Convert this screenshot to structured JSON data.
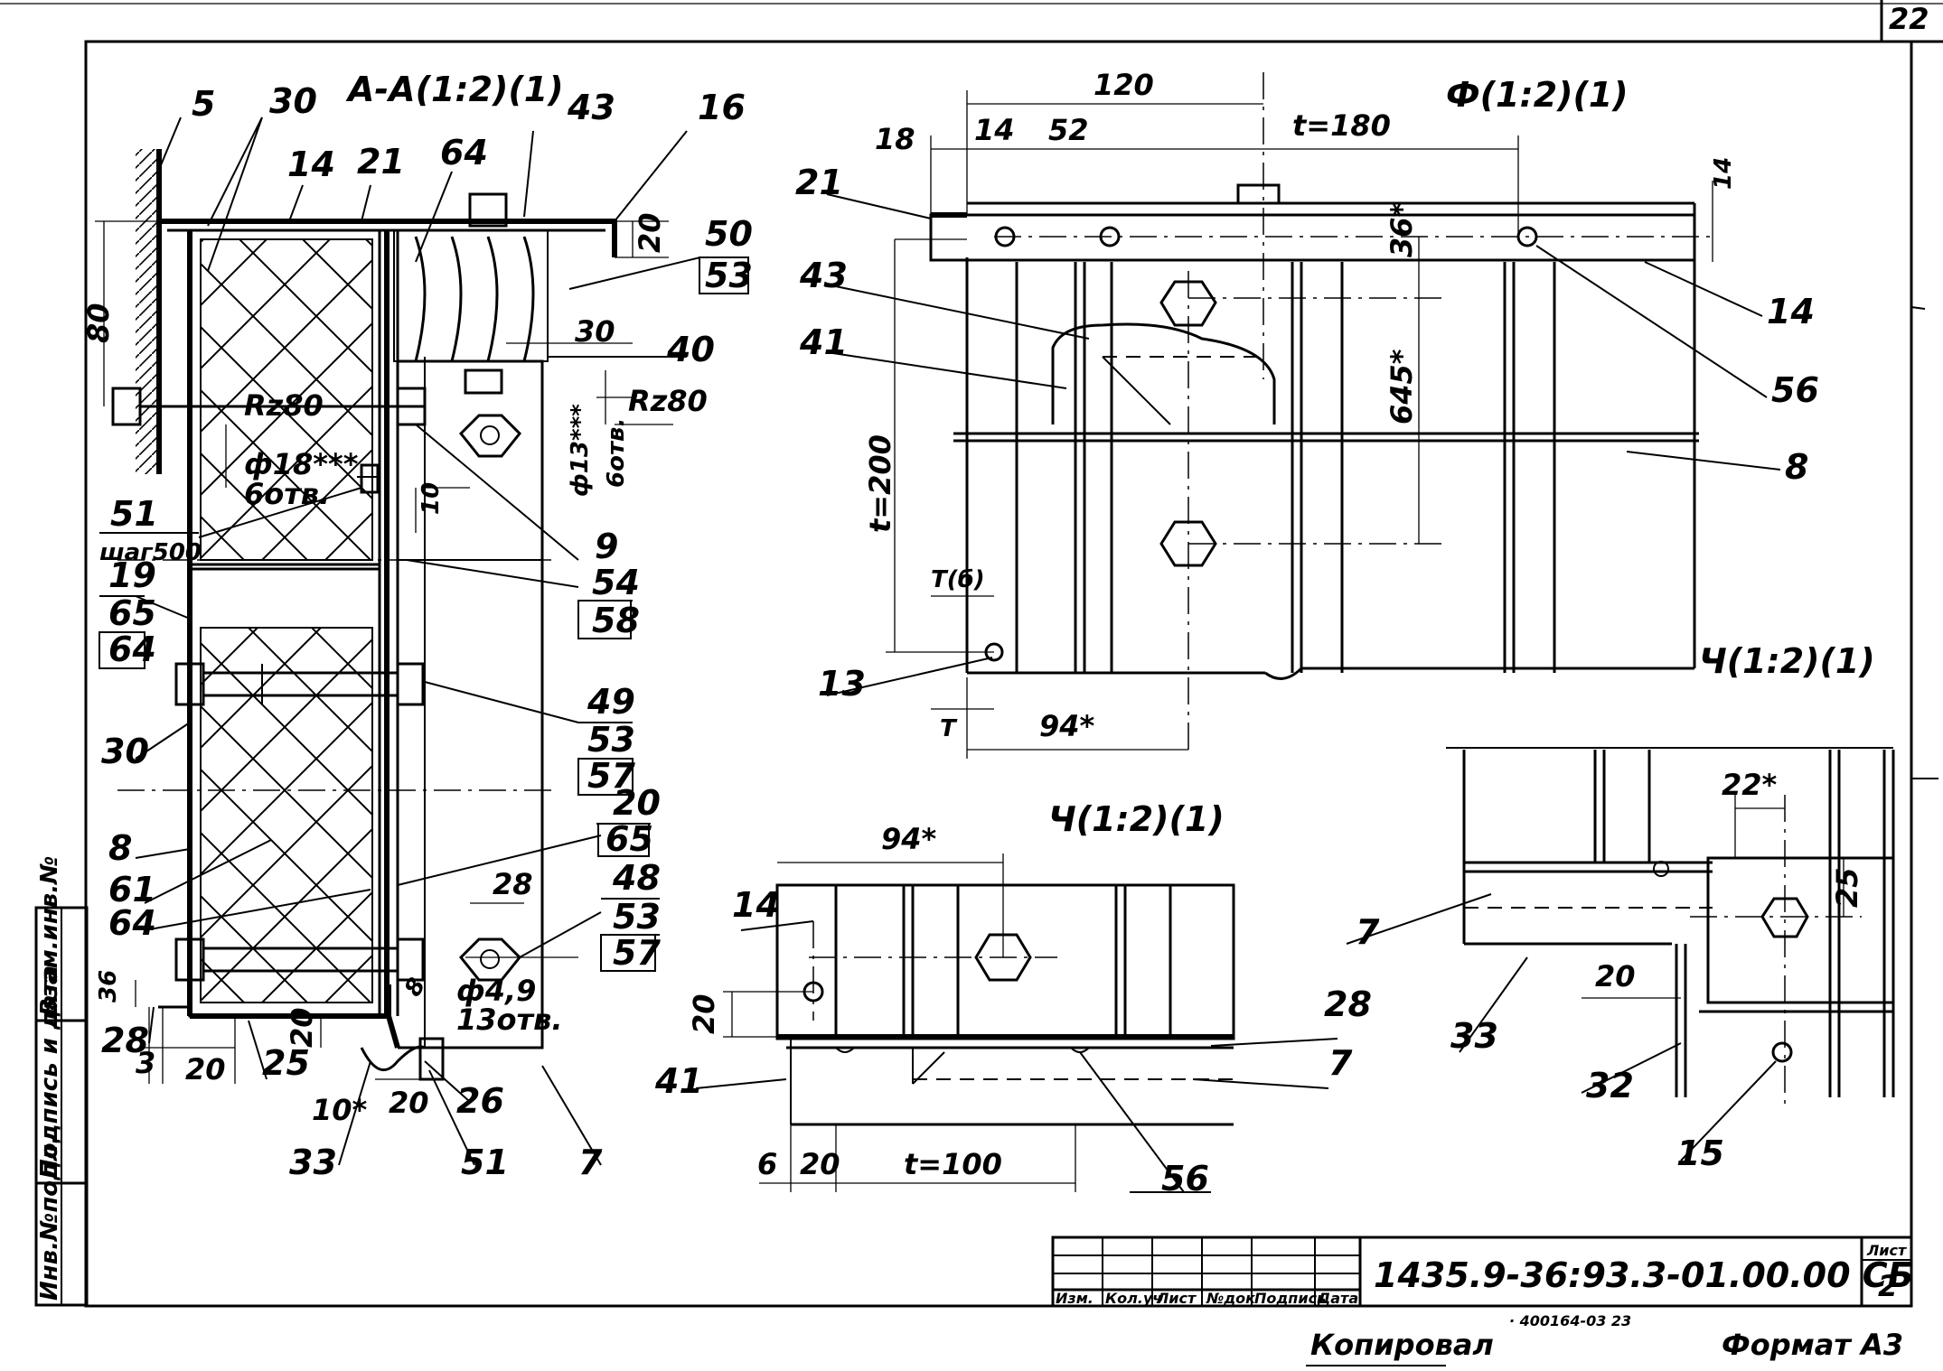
{
  "sheet_corner": "22",
  "views": {
    "section_aa": {
      "title": "А-А(1:2)(1)"
    },
    "view_f": {
      "title": "Ф(1:2)(1)"
    },
    "view_ch_bottom": {
      "title": "Ч(1:2)(1)"
    },
    "view_ch_right": {
      "title": "Ч(1:2)(1)"
    }
  },
  "section_callouts": {
    "c5": "5",
    "c30a": "30",
    "c43": "43",
    "c16": "16",
    "c14": "14",
    "c21": "21",
    "c64a": "64",
    "c50": "50",
    "c53a": "53",
    "c40": "40",
    "c51": "51",
    "c51n": "шаг500",
    "c9": "9",
    "c54": "54",
    "c58": "58",
    "c19": "19",
    "c65a": "65",
    "c64b": "64",
    "c49": "49",
    "c53b": "53",
    "c57a": "57",
    "c30b": "30",
    "c20": "20",
    "c65b": "65",
    "c8": "8",
    "c61": "61",
    "c64c": "64",
    "c48": "48",
    "c53c": "53",
    "c57b": "57",
    "c28": "28",
    "c25": "25",
    "c26": "26",
    "c33": "33",
    "c51b": "51",
    "c7": "7"
  },
  "section_dims": {
    "d80": "80",
    "d20top": "20",
    "d30": "30",
    "rz80a": "Rz80",
    "rz80b": "Rz80",
    "d18": "ф18***",
    "d18n": "6отв.",
    "d13": "ф13***",
    "d13n": "6отв.",
    "d10": "10",
    "d28": "28",
    "d36": "36",
    "d28b": "28",
    "d3": "3",
    "d20a": "20",
    "d20b": "20",
    "d49": "ф4,9",
    "d49n": "13отв.",
    "d10s": "10*",
    "d20c": "20",
    "d8": "8"
  },
  "view_f_labels": {
    "d120": "120",
    "d14": "14",
    "d52": "52",
    "t180": "t=180",
    "d18": "18",
    "d14r": "14",
    "d36": "36*",
    "d645": "645*",
    "t200": "t=200",
    "tb": "T(б)",
    "tt": "T",
    "d94": "94*",
    "c21": "21",
    "c43": "43",
    "c41": "41",
    "c13": "13",
    "c14": "14",
    "c56": "56",
    "c8": "8"
  },
  "view_ch_bottom_labels": {
    "d94": "94*",
    "c14": "14",
    "d20": "20",
    "c41": "41",
    "c28": "28",
    "c7": "7",
    "d6": "6",
    "d20b": "20",
    "t100": "t=100",
    "c56": "56"
  },
  "view_ch_right_labels": {
    "d22": "22*",
    "d25": "25",
    "c7": "7",
    "c33": "33",
    "d20": "20",
    "c32": "32",
    "c15": "15"
  },
  "side_stamp": [
    "Инв.№подл.",
    "Подпись и дата",
    "Взам.инв.№"
  ],
  "title_block": {
    "designation": "1435.9-36:93.3-01.00.00 СБ",
    "sheet_label": "Лист",
    "sheet_number": "2",
    "headers": [
      "Изм.",
      "Кол.уч",
      "Лист",
      "№док",
      "Подпись",
      "Дата"
    ]
  },
  "footer": {
    "copied": "Копировал",
    "format": "Формат А3",
    "stamp_code": "· 400164-03 23"
  }
}
